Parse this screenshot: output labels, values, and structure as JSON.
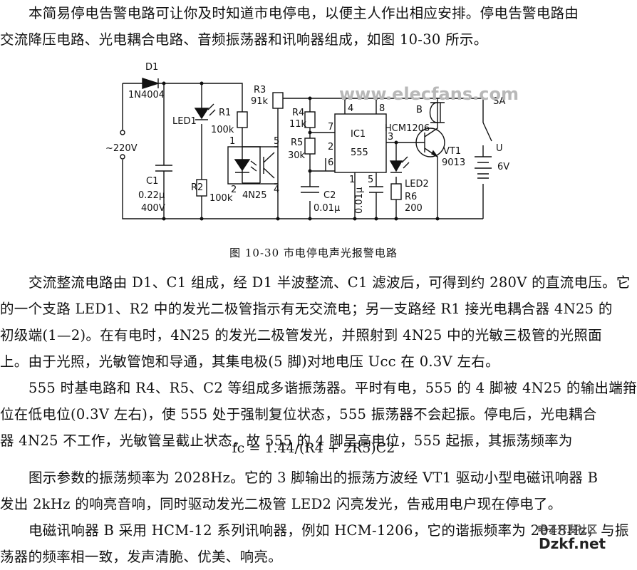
{
  "paragraph1": [
    "本简易停电告警电路可让你及时知道市电停电，以便主人作出相应安排。停电告警电路由",
    "交流降压电路、光电耦合电路、音频振荡器和讯响器组成，如图 10-30 所示。"
  ],
  "figure": {
    "caption": "图 10-30   市电停电声光报警电路",
    "labels": {
      "d1": "D1",
      "d1_part": "1N4004",
      "ac": "~220V",
      "c1": "C1",
      "c1_val": "0.22μ",
      "c1_volt": "400V",
      "led1": "LED1",
      "r1": "R1",
      "r1_val": "100k",
      "r2": "R2",
      "r2_val": "100k",
      "opto": "4N25",
      "pin1": "1",
      "pin2": "2",
      "pin4": "4",
      "pin5": "5",
      "r3": "R3",
      "r3_val": "91k",
      "r4": "R4",
      "r4_val": "11k",
      "r5": "R5",
      "r5_val": "30k",
      "c2": "C2",
      "c2_val": "0.01μ",
      "ic1": "IC1",
      "ic1_part": "555",
      "ic_pin4": "4",
      "ic_pin8": "8",
      "ic_pin7": "7",
      "ic_pin2": "2",
      "ic_pin6": "6",
      "ic_pin3": "3",
      "ic_pin1": "1",
      "ic_pin5": "5",
      "c3_val": "0.01μ",
      "led2": "LED2",
      "r6": "R6",
      "r6_val": "200",
      "buzzer": "B",
      "buzzer_part": "HCM1206",
      "vt1": "VT1",
      "vt1_part": "9013",
      "sw": "SA",
      "batt": "U",
      "batt_volt": "6V"
    }
  },
  "watermark": "www.elecfans.com",
  "paragraph2": [
    "交流整流电路由 D1、C1 组成，经 D1 半波整流、C1 滤波后，可得到约 280V 的直流电压。它",
    "的一个支路 LED1、R2 中的发光二极管指示有无交流电；另一支路经 R1 接光电耦合器 4N25 的",
    "初级端(1—2)。在有电时，4N25 的发光二极管发光，并照射到 4N25 中的光敏三极管的光照面",
    "上。由于光照，光敏管饱和导通，其集电极(5 脚)对地电压 Ucc 在 0.3V 左右。"
  ],
  "paragraph3": [
    "555 时基电路和 R4、R5、C2 等组成多谐振荡器。平时有电，555 的 4 脚被 4N25 的输出端箝",
    "位在低电位(0.3V 左右)，使 555 处于强制复位状态，555 振荡器不会起振。停电后，光电耦合",
    "器 4N25 不工作，光敏管呈截止状态，故 555 的 4 脚呈高电位，555 起振，其振荡频率为"
  ],
  "formula": "fc = 1.44/(R4 + 2R5)C2",
  "paragraph4": [
    "图示参数的振荡频率为 2028Hz。它的 3 脚输出的振荡方波经 VT1 驱动小型电磁讯响器 B",
    "发出 2kHz 的响亮音响，同时驱动发光二极管 LED2 闪亮发光，告戒用电户现在停电了。"
  ],
  "paragraph5": [
    "电磁讯响器 B 采用 HCM-12 系列讯响器，例如 HCM-1206，它的谐振频率为 2048Hz，与振",
    "荡器的频率相一致，发声清脆、优美、响亮。"
  ],
  "logo": {
    "line1": "电子开发社区",
    "line2": "Dzkf.net"
  }
}
